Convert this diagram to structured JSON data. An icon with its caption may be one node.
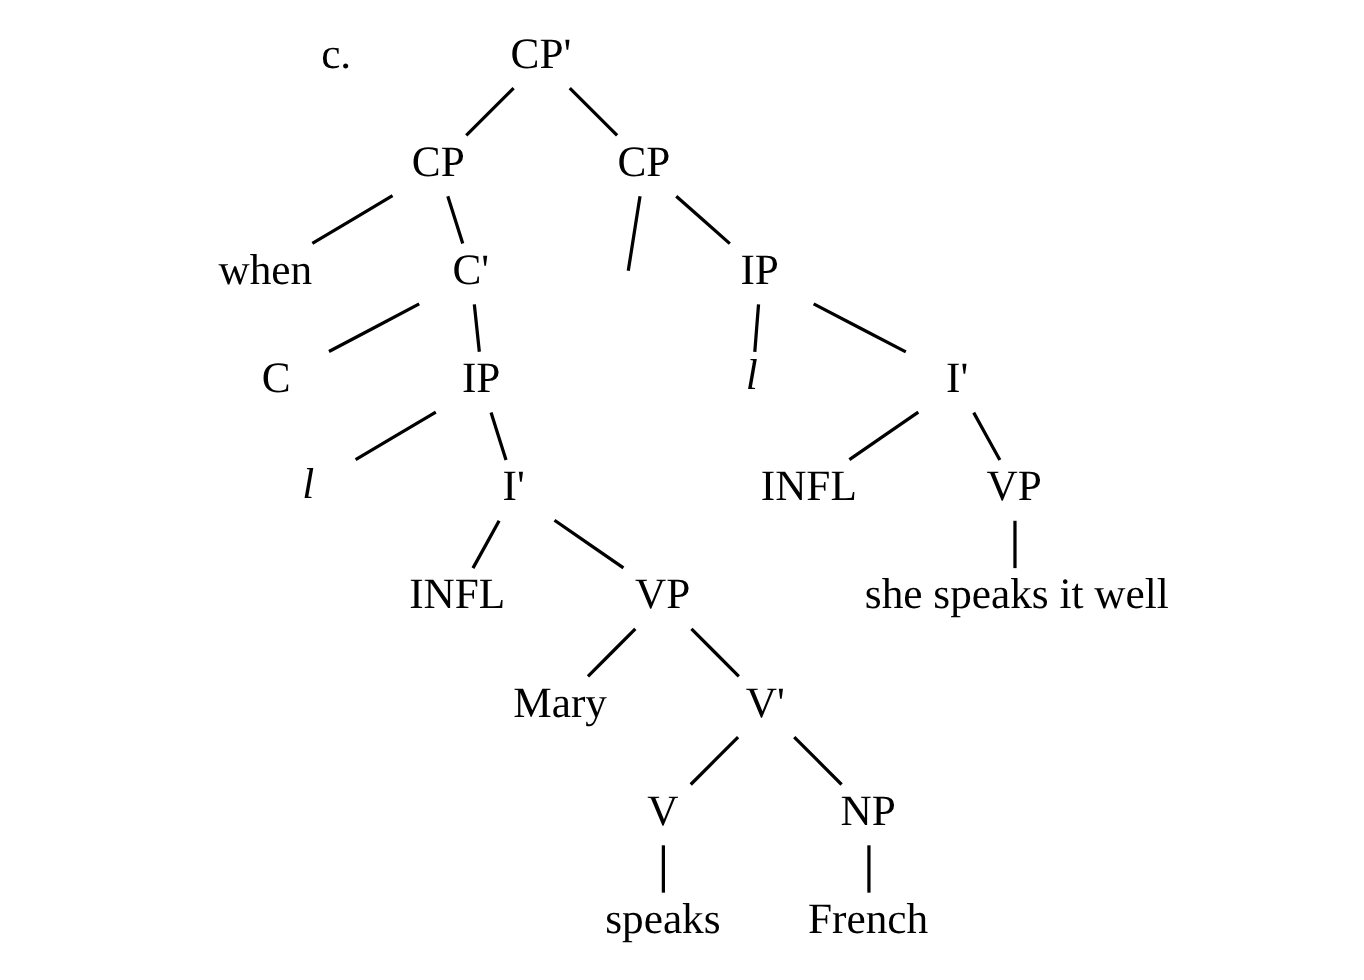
{
  "diagram": {
    "nodes": [
      {
        "text": [
          "CP'"
        ]
      },
      {
        "text": [
          "CP"
        ]
      },
      {
        "text": [
          "CP"
        ]
      },
      {
        "text": [
          "when"
        ]
      },
      {
        "text": [
          "C'"
        ]
      },
      {
        "text": [
          "IP"
        ]
      },
      {
        "text": [
          "C"
        ]
      },
      {
        "text": [
          "IP"
        ]
      },
      {
        "text": [
          "l"
        ]
      },
      {
        "text": [
          "I'"
        ]
      },
      {
        "text": [
          "l"
        ]
      },
      {
        "text": [
          "I'"
        ]
      },
      {
        "text": [
          "INFL"
        ]
      },
      {
        "text": [
          "VP"
        ]
      },
      {
        "text": [
          "INFL"
        ]
      },
      {
        "text": [
          "VP"
        ]
      },
      {
        "text": [
          "she speaks it well"
        ]
      },
      {
        "text": [
          "Mary"
        ]
      },
      {
        "text": [
          "V'"
        ]
      },
      {
        "text": [
          "V"
        ]
      },
      {
        "text": [
          "NP"
        ]
      },
      {
        "text": [
          "speaks"
        ]
      },
      {
        "text": [
          "French"
        ]
      }
    ],
    "edges": [
      {
        "from": 0,
        "to": 1,
        "arrow": "none"
      },
      {
        "from": 0,
        "to": 2,
        "arrow": "none"
      },
      {
        "from": 1,
        "to": 3,
        "arrow": "none"
      },
      {
        "from": 1,
        "to": 4,
        "arrow": "none"
      },
      {
        "from": 2,
        "to": null,
        "arrow": "none"
      },
      {
        "from": 2,
        "to": 5,
        "arrow": "none"
      },
      {
        "from": 4,
        "to": 6,
        "arrow": "none"
      },
      {
        "from": 4,
        "to": 7,
        "arrow": "none"
      },
      {
        "from": 5,
        "to": 8,
        "arrow": "none"
      },
      {
        "from": 5,
        "to": 9,
        "arrow": "none"
      },
      {
        "from": 7,
        "to": 10,
        "arrow": "none"
      },
      {
        "from": 7,
        "to": 11,
        "arrow": "none"
      },
      {
        "from": 9,
        "to": 12,
        "arrow": "none"
      },
      {
        "from": 9,
        "to": 13,
        "arrow": "none"
      },
      {
        "from": 11,
        "to": 14,
        "arrow": "none"
      },
      {
        "from": 11,
        "to": 15,
        "arrow": "none"
      },
      {
        "from": 13,
        "to": 16,
        "arrow": "none"
      },
      {
        "from": 15,
        "to": 17,
        "arrow": "none"
      },
      {
        "from": 15,
        "to": 18,
        "arrow": "none"
      },
      {
        "from": 18,
        "to": 19,
        "arrow": "none"
      },
      {
        "from": 18,
        "to": 20,
        "arrow": "none"
      },
      {
        "from": 19,
        "to": 21,
        "arrow": "none"
      },
      {
        "from": 20,
        "to": 22,
        "arrow": "none"
      }
    ],
    "labels": [
      "c."
    ]
  }
}
